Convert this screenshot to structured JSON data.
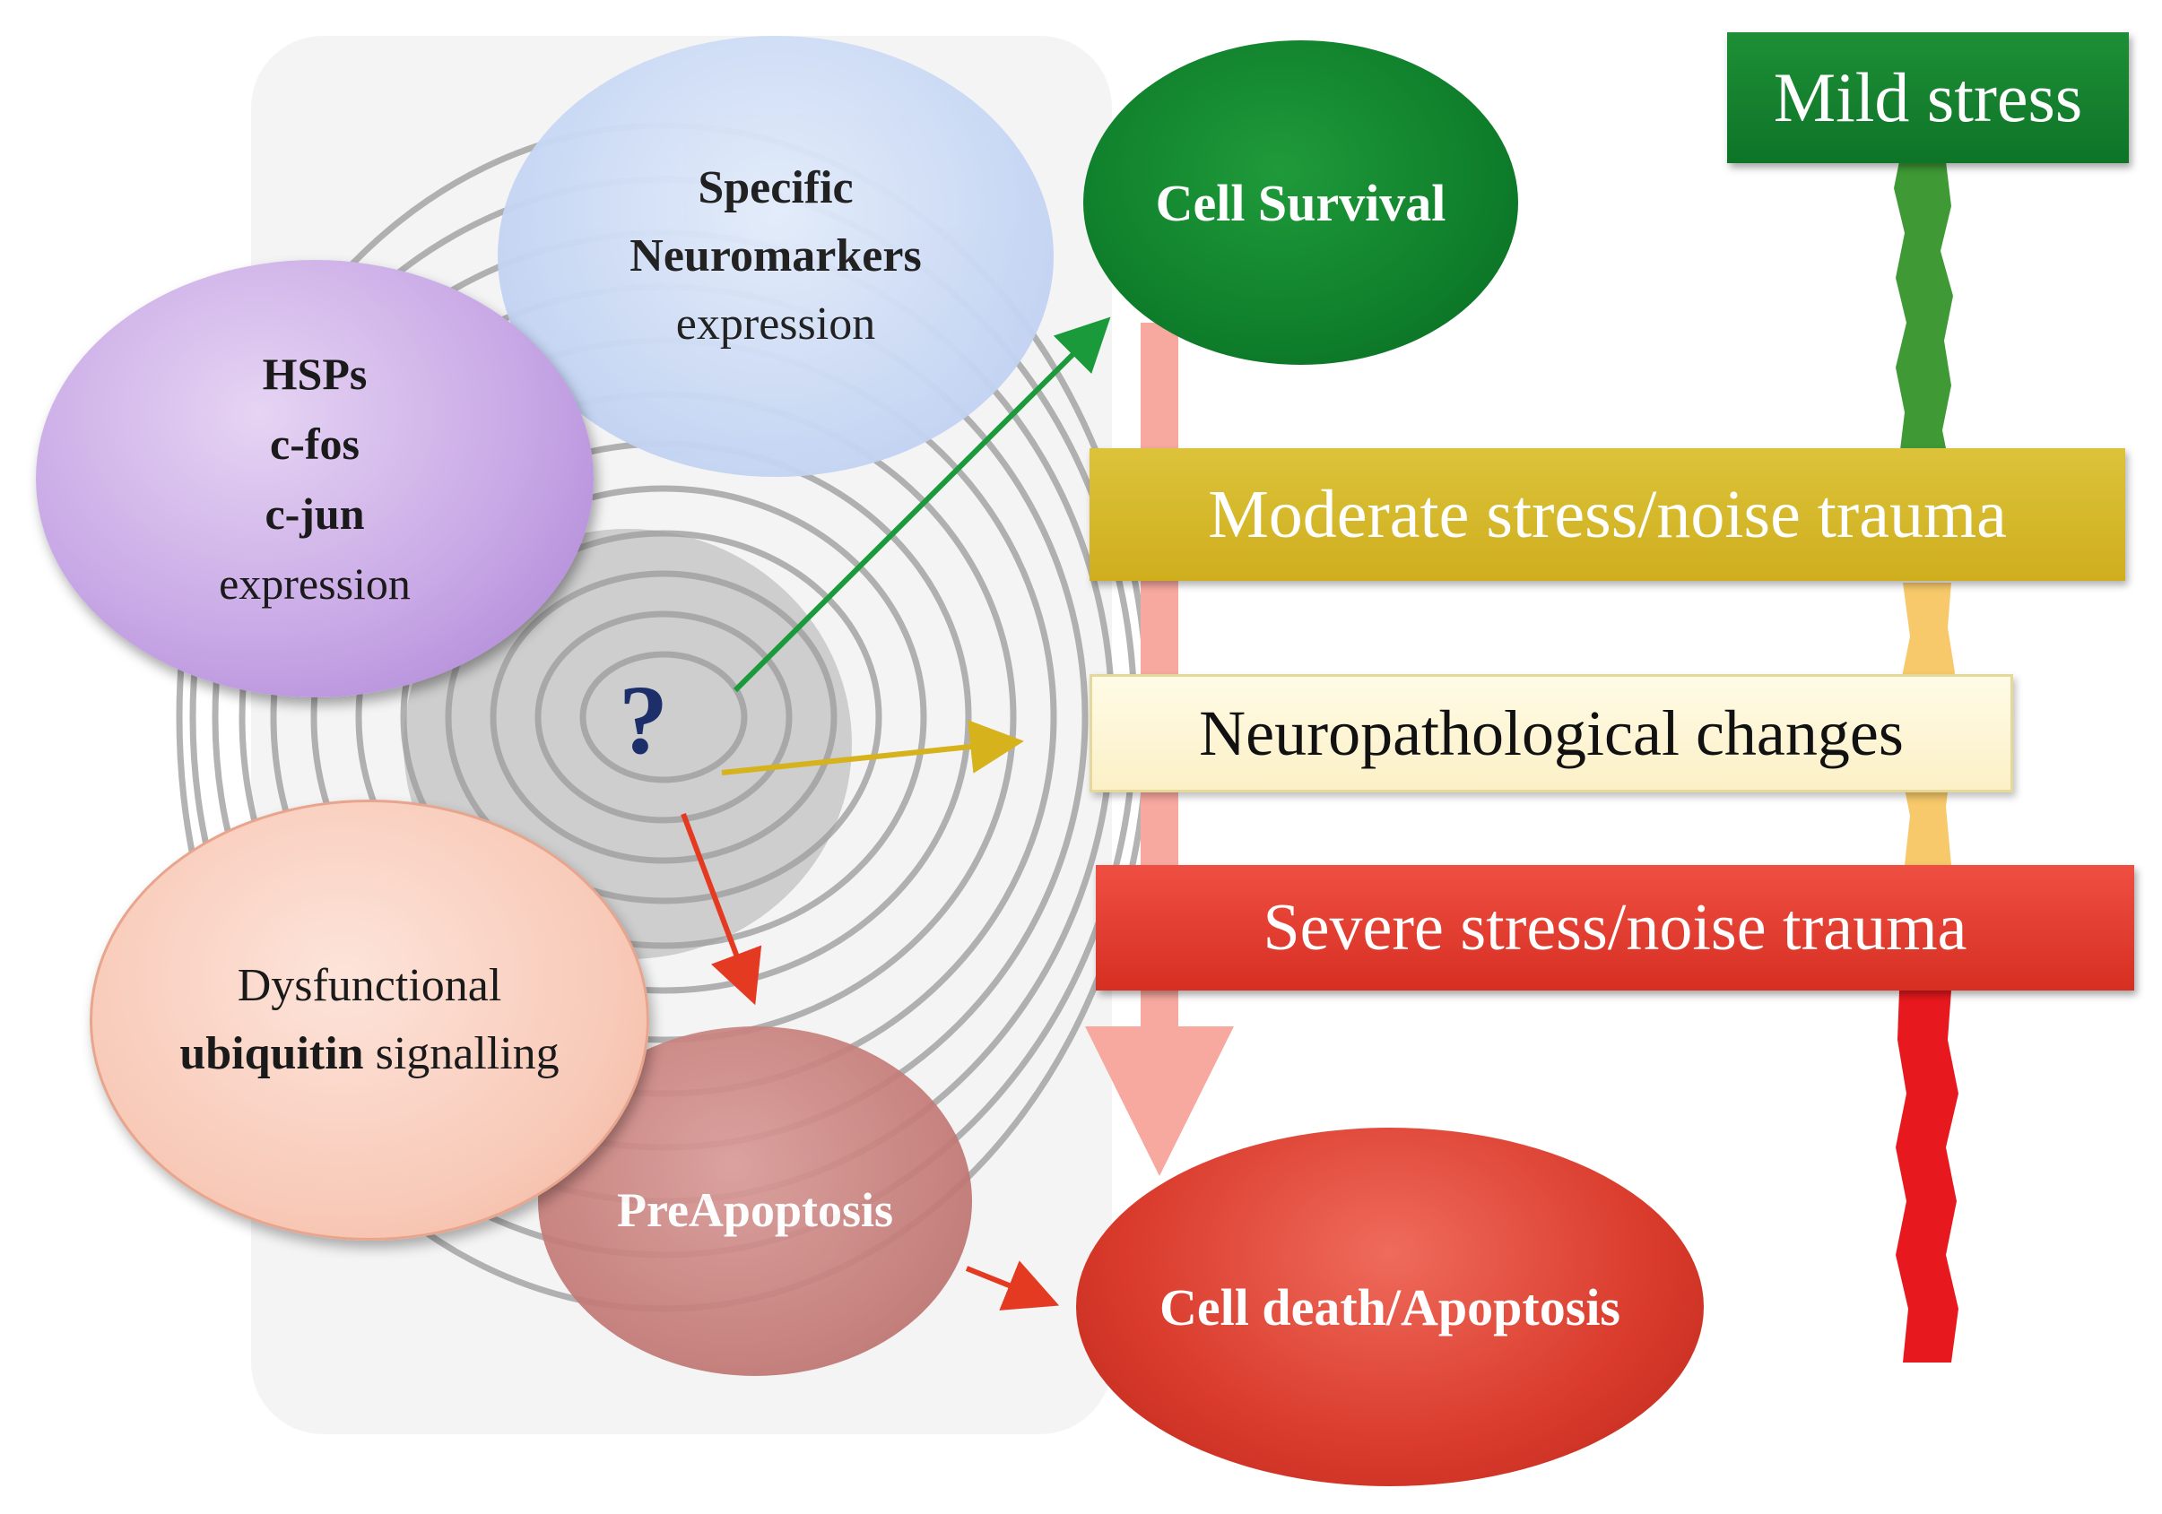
{
  "nodes": {
    "hsps": {
      "line1": "HSPs",
      "line2": "c-fos",
      "line3": "c-jun",
      "line4": "expression"
    },
    "neuromarkers": {
      "line1": "Specific",
      "line2": "Neuromarkers",
      "line3": "expression"
    },
    "ubiquitin": {
      "line1": "Dysfunctional",
      "line2_bold": "ubiquitin",
      "line2_rest": " signalling"
    },
    "preapoptosis": "PreApoptosis",
    "cell_survival": "Cell Survival",
    "cell_death": "Cell death/Apoptosis",
    "question_mark": "?"
  },
  "stress_levels": {
    "mild": "Mild stress",
    "moderate": "Moderate stress/noise trauma",
    "neuropathological": "Neuropathological changes",
    "severe": "Severe stress/noise trauma"
  },
  "colors": {
    "survival_green": "#0e7d2a",
    "moderate_yellow": "#cfae1e",
    "severe_red": "#d62f22",
    "arrow_green": "#1b9a3c",
    "arrow_yellow": "#d6b31c",
    "arrow_red": "#e53a22",
    "main_arrow_pink": "#f7a9a0"
  }
}
